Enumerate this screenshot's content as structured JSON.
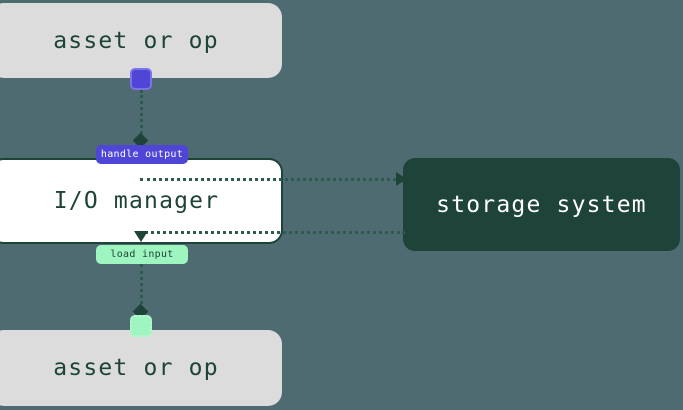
{
  "diagram": {
    "background_color": "#4d6b70",
    "nodes": [
      {
        "id": "asset-top",
        "label": "asset or op",
        "bg": "#dcdcdc",
        "fg": "#1e4339"
      },
      {
        "id": "io-manager",
        "label": "I/O manager",
        "bg": "#ffffff",
        "fg": "#1e4339"
      },
      {
        "id": "storage-system",
        "label": "storage system",
        "bg": "#1e4339",
        "fg": "#ffffff"
      },
      {
        "id": "asset-bottom",
        "label": "asset or op",
        "bg": "#dcdcdc",
        "fg": "#1e4339"
      }
    ],
    "handles": [
      {
        "id": "output-handle",
        "color": "#4f46d8",
        "border": "#7a74e6"
      },
      {
        "id": "input-handle",
        "color": "#9ff5c0",
        "border": "#b9f8d3"
      }
    ],
    "edge_labels": {
      "handle_output": "handle output",
      "load_input": "load input"
    },
    "edge_color": "#2f5b4f",
    "arrow_color": "#1e4339"
  }
}
